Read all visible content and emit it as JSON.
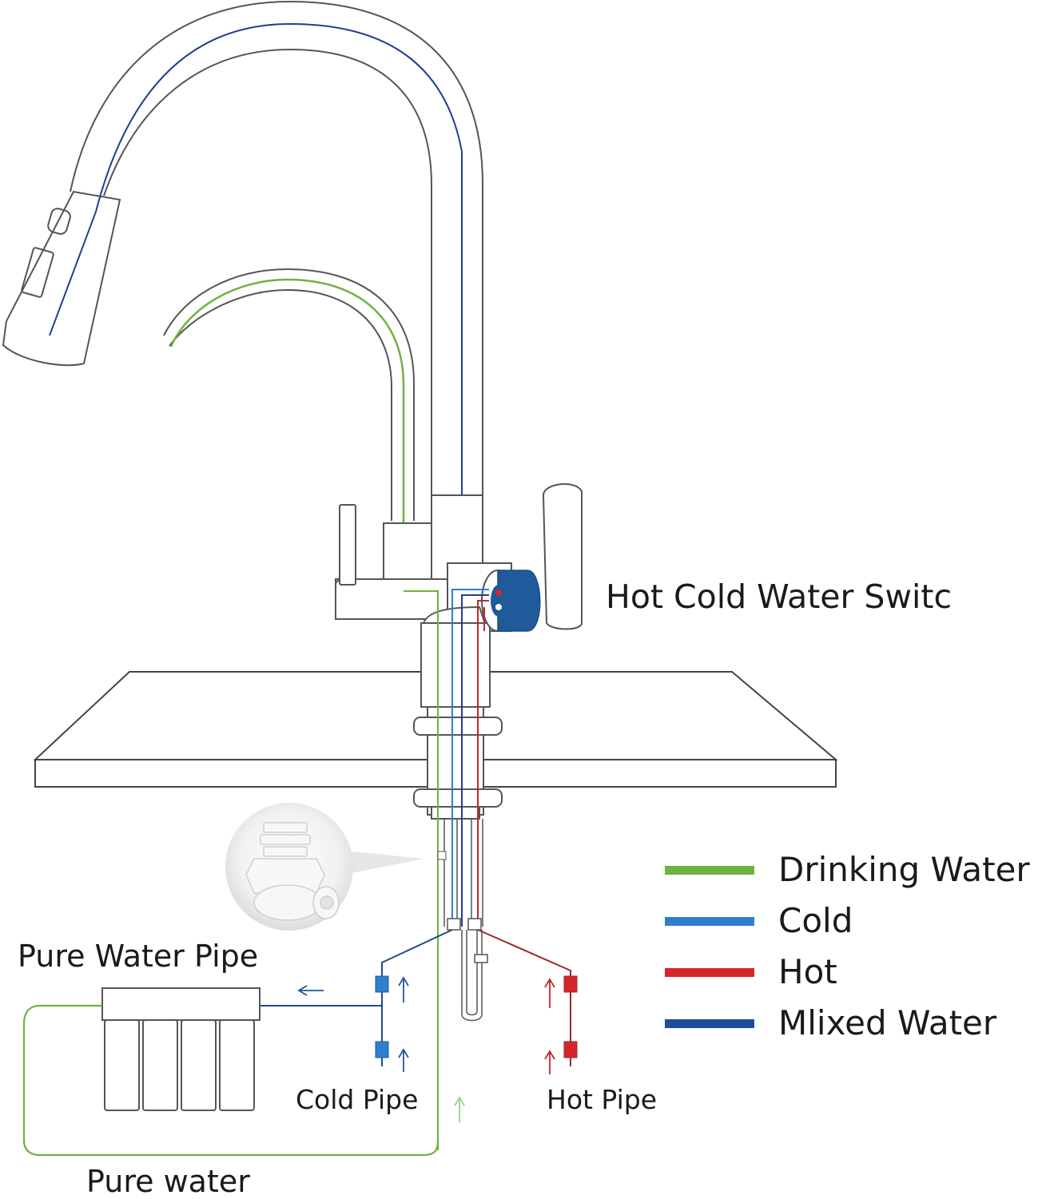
{
  "labels": {
    "hot_cold_switch": "Hot Cold Water Switc",
    "pure_water_pipe": "Pure Water Pipe",
    "cold_pipe": "Cold Pipe",
    "hot_pipe": "Hot Pipe",
    "pure_water": "Pure water"
  },
  "legend": [
    {
      "label": "Drinking Water",
      "color": "#6db33f"
    },
    {
      "label": "Cold",
      "color": "#2f7fcf"
    },
    {
      "label": "Hot",
      "color": "#d7262b"
    },
    {
      "label": "Mlixed Water",
      "color": "#1f4d9b"
    }
  ],
  "colors": {
    "outline": "#444444",
    "drinking": "#6db33f",
    "cold": "#2f7fcf",
    "hot": "#c0272d",
    "mixed": "#1f3f8f"
  }
}
